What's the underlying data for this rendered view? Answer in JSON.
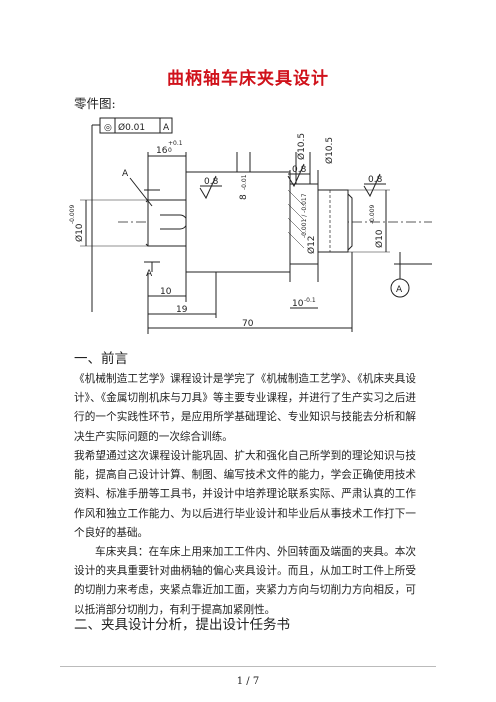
{
  "doc": {
    "title": "曲柄轴车床夹具设计",
    "part_label": "零件图:",
    "drawing": {
      "labels": {
        "tol_frame_symbol": "◎",
        "tol_frame_value": "Ø0.01",
        "tol_frame_datum": "A",
        "dim_16": "16",
        "dim_16_tol": "+0.1",
        "dim_16_tol_low": "0",
        "rough_1": "0.8",
        "rough_2": "0.8",
        "rough_3": "0.8",
        "dim_8": "8",
        "dim_8_tol": "-0.01",
        "dim_phi105_left": "Ø10.5",
        "dim_phi105_right": "Ø10.5",
        "dim_phi10_left": "Ø10",
        "dim_phi10_left_tol": "-0.009",
        "dim_phi12": "Ø12",
        "dim_phi12_tol": "-0.001 / -0.017",
        "dim_phi10_right": "Ø10",
        "dim_phi10_right_tol": "-0.009",
        "sec_A_top": "A",
        "sec_A_bottom": "A",
        "dim_10": "10",
        "dim_19": "19",
        "dim_10_right": "10",
        "dim_10_right_tol": "-0.1",
        "dim_70": "70",
        "datum_A": "A"
      }
    },
    "section1": {
      "heading": "一、前言",
      "para1": "《机械制造工艺学》课程设计是学完了《机械制造工艺学》、《机床夹具设计》、《金属切削机床与刀具》等主要专业课程，并进行了生产实习之后进行的一个实践性环节，是应用所学基础理论、专业知识与技能去分析和解决生产实际问题的一次综合训练。",
      "para2": "我希望通过这次课程设计能巩固、扩大和强化自己所学到的理论知识与技能，提高自己设计计算、制图、编写技术文件的能力，学会正确使用技术资料、标准手册等工具书，并设计中培养理论联系实际、严肃认真的工作作风和独立工作能力、为以后进行毕业设计和毕业后从事技术工作打下一个良好的基础。",
      "para3": "车床夹具：在车床上用来加工工件内、外回转面及端面的夹具。本次设计的夹具重要针对曲柄轴的偏心夹具设计。而且，从加工时工件上所受的切削力来考虑，夹紧点靠近加工面，夹紧力方向与切削力方向相反，可以抵消部分切削力，有利于提高加紧刚性。"
    },
    "section2": {
      "heading": "二、夹具设计分析，提出设计任务书"
    },
    "footer": {
      "page": "1 / 7"
    }
  }
}
